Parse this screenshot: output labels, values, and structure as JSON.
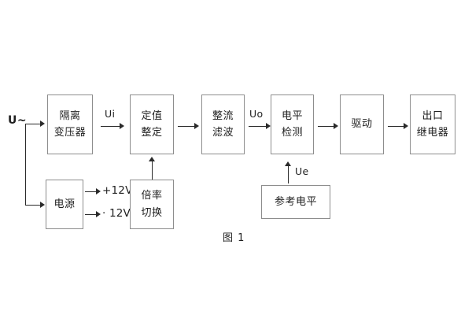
{
  "figure": {
    "caption": "图 1",
    "background_color": "#ffffff",
    "box_border_color": "#8d8d8d",
    "line_color": "#2a2a2a",
    "text_color": "#1f1f1f"
  },
  "source": {
    "label": "U~"
  },
  "blocks": {
    "isolation_transformer": {
      "line1": "隔离",
      "line2": "变压器"
    },
    "setting_value": {
      "line1": "定值",
      "line2": "整定"
    },
    "rectify_filter": {
      "line1": "整流",
      "line2": "滤波"
    },
    "level_detect": {
      "line1": "电平",
      "line2": "检测"
    },
    "drive": {
      "line1": "驱动"
    },
    "output_relay": {
      "line1": "出口",
      "line2": "继电器"
    },
    "power_supply": {
      "line1": "电源"
    },
    "multiplier_switch": {
      "line1": "倍率",
      "line2": "切换"
    },
    "reference_level": {
      "line1": "参考电平"
    }
  },
  "signals": {
    "ui": "Ui",
    "uo": "Uo",
    "ue": "Ue",
    "rail_positive": "+12V",
    "rail_negative": "· 12V"
  }
}
